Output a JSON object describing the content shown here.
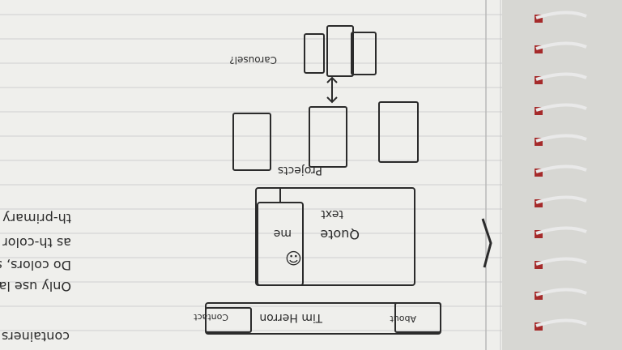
{
  "sketch": {
    "carousel_label": "Carousel?",
    "projects_label": "Projects",
    "quote_label": "Quote",
    "text_label": "text",
    "me_label": "me",
    "smiley": "☺",
    "nav_about": "About",
    "nav_name": "Tim Herron",
    "nav_contact": "Contact",
    "note_line1": "Only use layout",
    "note_line2": "Do colors, styles",
    "note_line3": "as th-color",
    "note_line4": "th-primary",
    "containers_label": "containers"
  },
  "colors": {
    "paper": "#efefec",
    "ink": "#2b2b2b",
    "rule": "#c9c9c9",
    "margin": "#b8b8b8",
    "coil": "#a52a2a",
    "metal": "#e9e9e9"
  }
}
